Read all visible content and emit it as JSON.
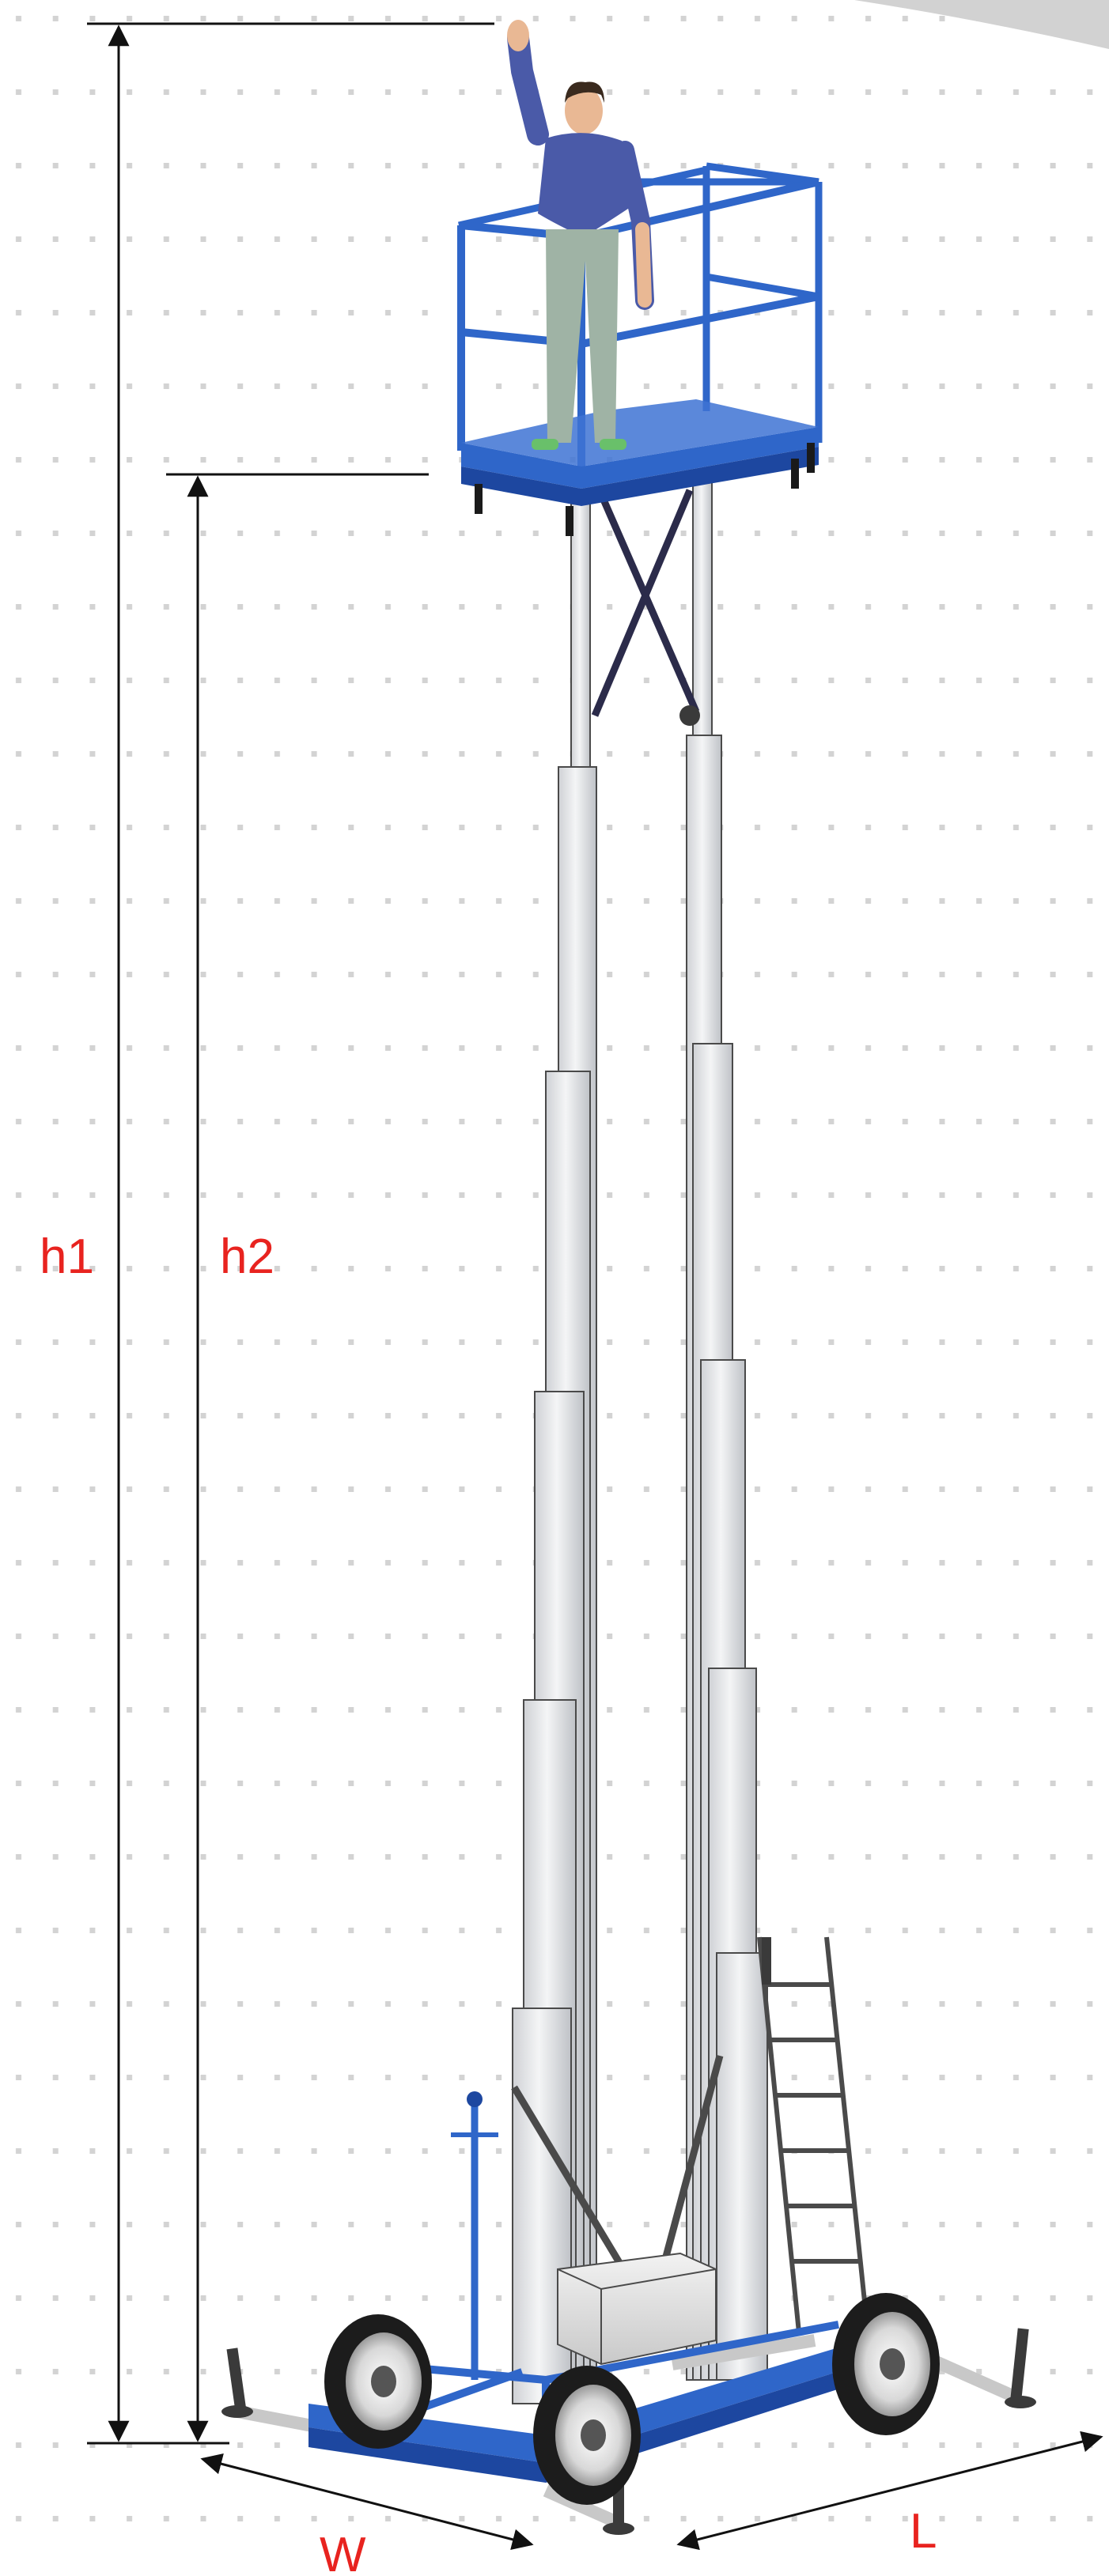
{
  "labels": {
    "h1": "h1",
    "h2": "h2",
    "w": "W",
    "l": "L"
  },
  "colors": {
    "label": "#e8231f",
    "frame_blue": "#2f66c9",
    "frame_blue_dark": "#1d47a0",
    "mast": "#e6e7ea",
    "mast_edge": "#4a4a4a",
    "dim_line": "#111111",
    "dot": "#d3d3d3",
    "tire": "#1c1c1c",
    "person_shirt": "#4a5aa8",
    "person_pants": "#9fb3a5",
    "person_skin": "#e9b894"
  },
  "icons": {
    "machine": "mast-lift-illustration",
    "person": "person-waving-icon",
    "ladder": "ladder-icon",
    "outrigger": "outrigger-foot-icon",
    "wheel": "wheel-icon"
  }
}
